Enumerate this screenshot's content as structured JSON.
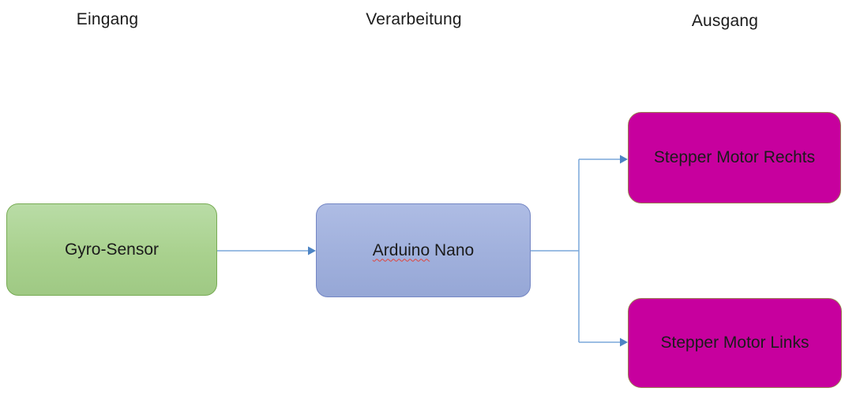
{
  "diagram": {
    "columns": [
      {
        "label": "Eingang"
      },
      {
        "label": "Verarbeitung"
      },
      {
        "label": "Ausgang"
      }
    ],
    "nodes": {
      "gyro": {
        "label": "Gyro-Sensor"
      },
      "arduino": {
        "word1": "Arduino",
        "word2": " Nano"
      },
      "stepper_rechts": {
        "label": "Stepper Motor Rechts"
      },
      "stepper_links": {
        "label": "Stepper Motor Links"
      }
    },
    "colors": {
      "text": "#1b1b1b",
      "input_fill": "#a9d18e",
      "input_border": "#77ab54",
      "process_fill": "#a0b0dc",
      "process_border": "#7486c4",
      "output_fill": "#c7009e",
      "output_border": "#9b7f50",
      "connector": "#7aa7da",
      "arrowhead": "#4d84c4",
      "spellcheck": "#e0433a"
    }
  }
}
